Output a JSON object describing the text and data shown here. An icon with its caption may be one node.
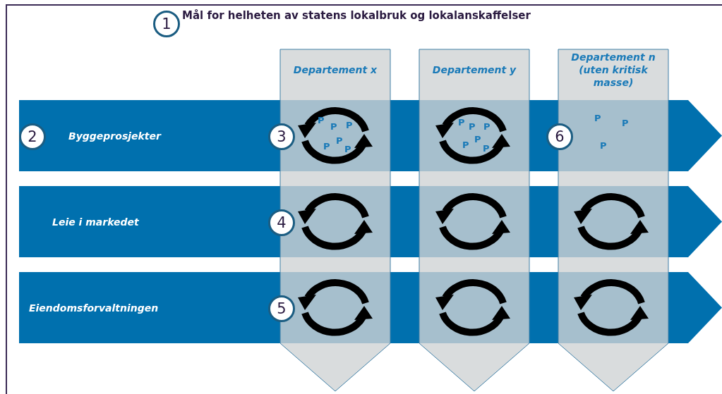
{
  "diagram": {
    "title": "Mål for helheten av statens lokalbruk og lokalanskaffelser",
    "nodes": [
      {
        "text": [
          "Byggeprosjekter"
        ]
      },
      {
        "text": [
          "Leie i markedet"
        ]
      },
      {
        "text": [
          "Eiendomsforvaltningen"
        ]
      },
      {
        "text": [
          "Departement x"
        ]
      },
      {
        "text": [
          "Departement y"
        ]
      },
      {
        "text": [
          "Departement n (uten kritisk masse)"
        ]
      }
    ],
    "edges": [],
    "labels": [
      "1",
      "2",
      "3",
      "P",
      "P",
      "P",
      "P",
      "P",
      "P",
      "P",
      "P",
      "P",
      "P",
      "P",
      "P",
      "6",
      "P",
      "P",
      "P",
      "4",
      "5"
    ]
  }
}
